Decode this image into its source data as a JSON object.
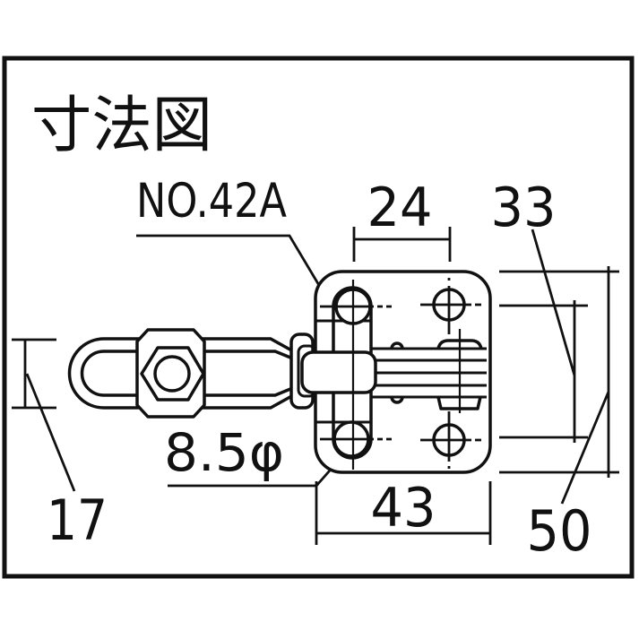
{
  "page": {
    "background": "#ffffff",
    "line_color": "#111111"
  },
  "title": "寸法図",
  "drawing": {
    "part_label": "NO.42A",
    "dim_top_hole_spacing": "24",
    "dim_side_hole_spacing": "33",
    "dim_handle_height": "17",
    "dim_hole_diameter": "8.5φ",
    "dim_base_width": "43",
    "dim_base_height": "50"
  }
}
